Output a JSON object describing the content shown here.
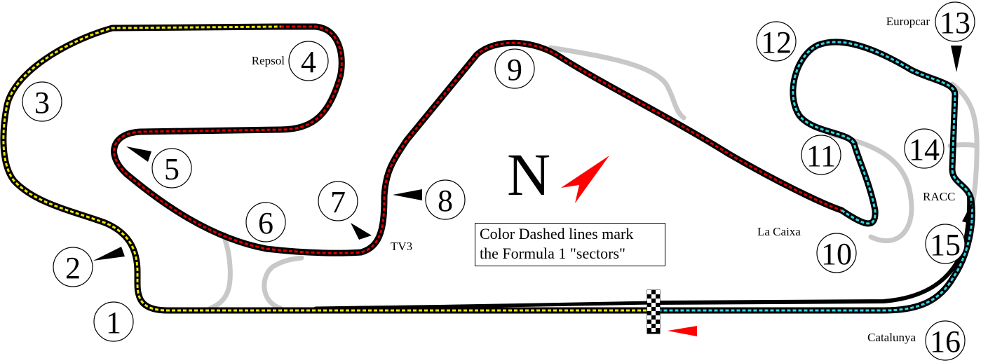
{
  "turns": [
    {
      "number": "1"
    },
    {
      "number": "2"
    },
    {
      "number": "3"
    },
    {
      "number": "4"
    },
    {
      "number": "5"
    },
    {
      "number": "6"
    },
    {
      "number": "7"
    },
    {
      "number": "8"
    },
    {
      "number": "9"
    },
    {
      "number": "10"
    },
    {
      "number": "11"
    },
    {
      "number": "12"
    },
    {
      "number": "13"
    },
    {
      "number": "14"
    },
    {
      "number": "15"
    },
    {
      "number": "16"
    }
  ],
  "sponsors": {
    "repsol": "Repsol",
    "tv3": "TV3",
    "la_caixa": "La Caixa",
    "europcar": "Europcar",
    "racc": "RACC",
    "catalunya": "Catalunya"
  },
  "compass": {
    "label": "N",
    "arrow_color": "#ff0000"
  },
  "legend": {
    "line1": "Color Dashed lines mark",
    "line2": "the Formula 1 \"sectors\""
  },
  "sectors": [
    {
      "color": "#f2e600"
    },
    {
      "color": "#e00000"
    },
    {
      "color": "#33d6e6"
    }
  ],
  "colors": {
    "track": "#000000",
    "alternate_layout": "#c8c8c8",
    "start_arrow": "#ff0000"
  }
}
